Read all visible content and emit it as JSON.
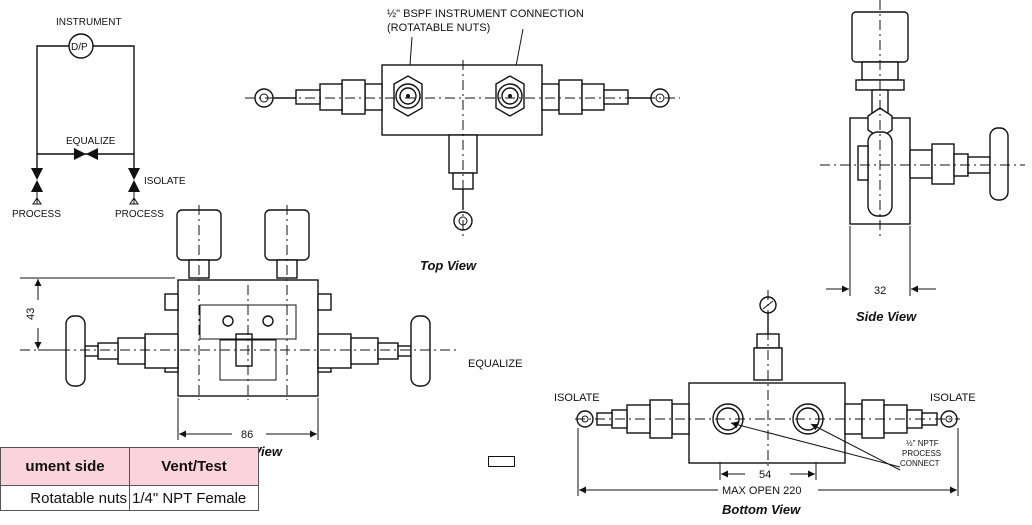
{
  "schematic": {
    "instrument": "INSTRUMENT",
    "dp": "D/P",
    "equalize": "EQUALIZE",
    "isolate": "ISOLATE",
    "process_left": "PROCESS",
    "process_right": "PROCESS"
  },
  "top_view": {
    "callout_line1": "½\" BSPF INSTRUMENT CONNECTION",
    "callout_line2": "(ROTATABLE NUTS)",
    "title": "Top View"
  },
  "side_view": {
    "dimension": "32",
    "title": "Side View"
  },
  "front_view": {
    "dim_height": "43",
    "dim_width": "86",
    "title": "Front View"
  },
  "equalize_label": "EQUALIZE",
  "bottom_view": {
    "isolate_left": "ISOLATE",
    "isolate_right": "ISOLATE",
    "nptf_line1": "½\" NPTF",
    "nptf_line2": "PROCESS",
    "nptf_line3": "CONNECT",
    "dim_center": "54",
    "dim_max": "MAX OPEN 220",
    "title": "Bottom View"
  },
  "table": {
    "headers": [
      "ument side",
      "Vent/Test"
    ],
    "row1": [
      "Rotatable nuts",
      "1/4\" NPT Female"
    ]
  }
}
